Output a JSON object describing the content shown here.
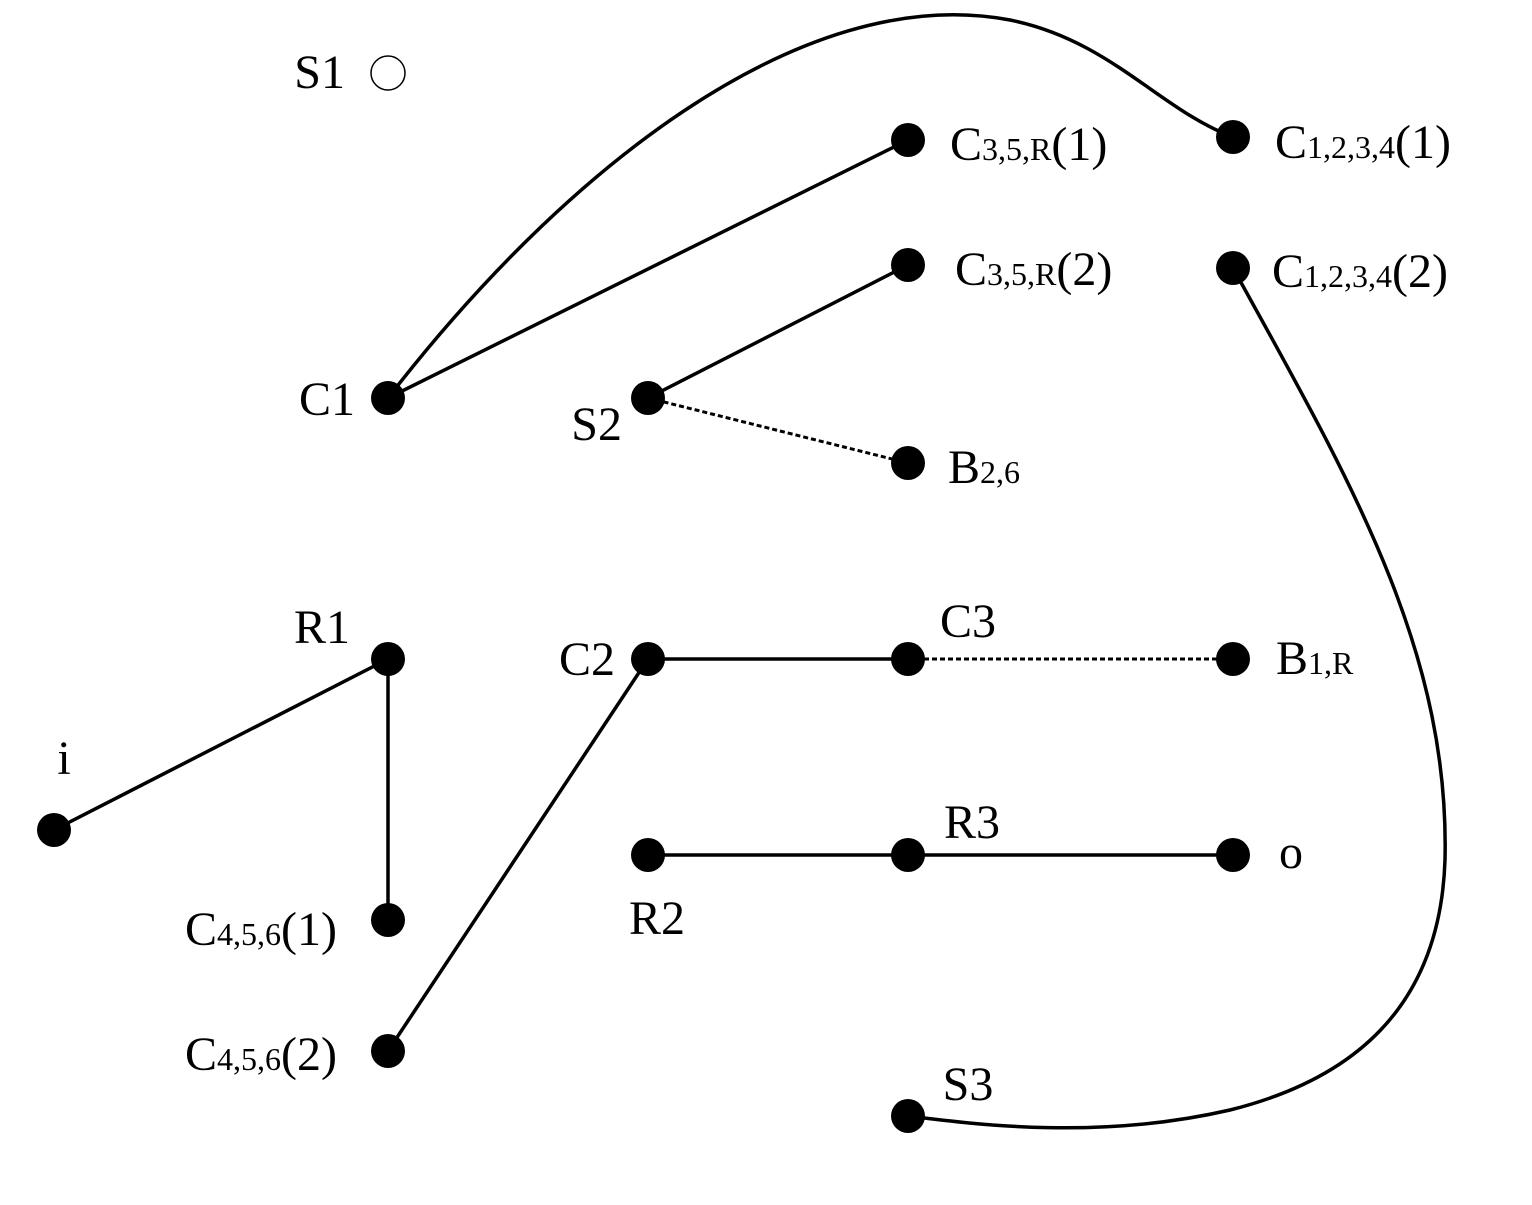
{
  "nodes": [
    {
      "id": "S1",
      "label": "S1",
      "filled": false
    },
    {
      "id": "C1",
      "label": "C1"
    },
    {
      "id": "S2",
      "label": "S2"
    },
    {
      "id": "C35R_1",
      "label": "C",
      "sub": "3,5,R",
      "suffix": "(1)"
    },
    {
      "id": "C35R_2",
      "label": "C",
      "sub": "3,5,R",
      "suffix": "(2)"
    },
    {
      "id": "B26",
      "label": "B",
      "sub": "2,6",
      "suffix": ""
    },
    {
      "id": "C1234_1",
      "label": "C",
      "sub": "1,2,3,4",
      "suffix": "(1)"
    },
    {
      "id": "C1234_2",
      "label": "C",
      "sub": "1,2,3,4",
      "suffix": "(2)"
    },
    {
      "id": "R1",
      "label": "R1"
    },
    {
      "id": "i",
      "label": "i"
    },
    {
      "id": "C456_1",
      "label": "C",
      "sub": "4,5,6",
      "suffix": "(1)"
    },
    {
      "id": "C456_2",
      "label": "C",
      "sub": "4,5,6",
      "suffix": "(2)"
    },
    {
      "id": "C2",
      "label": "C2"
    },
    {
      "id": "C3",
      "label": "C3"
    },
    {
      "id": "B1R",
      "label": "B",
      "sub": "1,R",
      "suffix": ""
    },
    {
      "id": "R2",
      "label": "R2"
    },
    {
      "id": "R3",
      "label": "R3"
    },
    {
      "id": "o",
      "label": "o"
    },
    {
      "id": "S3",
      "label": "S3"
    }
  ],
  "edges": [
    {
      "from": "C1",
      "to": "C35R_1",
      "style": "solid"
    },
    {
      "from": "C1",
      "to": "C1234_1",
      "style": "solid",
      "curve": true
    },
    {
      "from": "S2",
      "to": "C35R_2",
      "style": "solid"
    },
    {
      "from": "S2",
      "to": "B26",
      "style": "dotted"
    },
    {
      "from": "C1234_2",
      "to": "S3",
      "style": "solid",
      "curve": true
    },
    {
      "from": "i",
      "to": "R1",
      "style": "solid"
    },
    {
      "from": "R1",
      "to": "C456_1",
      "style": "solid"
    },
    {
      "from": "C2",
      "to": "C3",
      "style": "solid"
    },
    {
      "from": "C3",
      "to": "B1R",
      "style": "dotted"
    },
    {
      "from": "C2",
      "to": "C456_2",
      "style": "solid"
    },
    {
      "from": "R2",
      "to": "R3",
      "style": "solid"
    },
    {
      "from": "R3",
      "to": "o",
      "style": "solid"
    }
  ]
}
